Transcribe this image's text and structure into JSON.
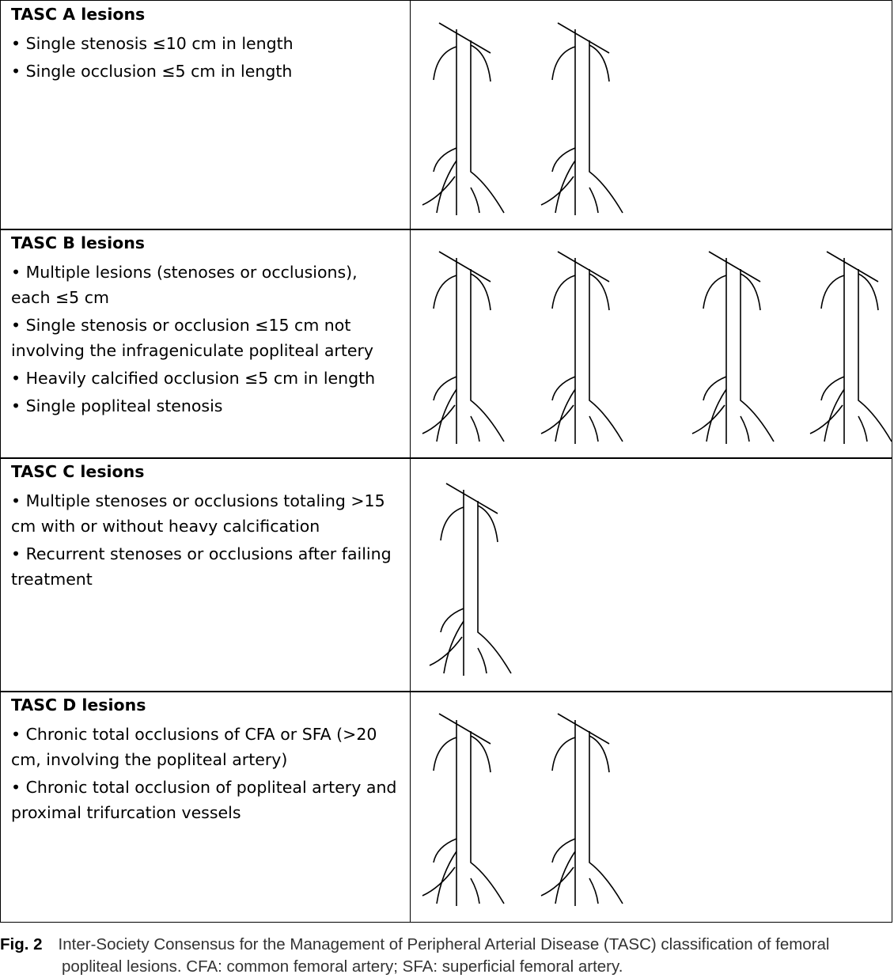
{
  "rows": [
    {
      "header": "TASC A lesions",
      "items": [
        "• Single stenosis ≤10 cm in length",
        "• Single occlusion ≤5 cm in length"
      ]
    },
    {
      "header": "TASC B lesions",
      "items": [
        "• Multiple lesions (stenoses or occlusions), each ≤5 cm",
        "• Single stenosis or occlusion ≤15 cm not involving the infrageniculate popliteal artery",
        "• Heavily calcified occlusion ≤5 cm in length",
        "• Single popliteal stenosis"
      ]
    },
    {
      "header": "TASC C lesions",
      "items": [
        "• Multiple stenoses or occlusions totaling >15 cm with or without heavy calcification",
        "• Recurrent stenoses or occlusions after failing treatment"
      ]
    },
    {
      "header": "TASC D lesions",
      "items": [
        "• Chronic total occlusions of CFA or SFA (>20 cm, involving the popliteal artery)",
        "• Chronic total occlusion of popliteal artery and proximal trifurcation vessels"
      ]
    }
  ],
  "caption": {
    "label": "Fig. 2",
    "text": "Inter-Society Consensus for the Management of Peripheral Arterial Disease (TASC) classification of femoral",
    "text2": "popliteal lesions. CFA: common femoral artery; SFA: superficial femoral artery."
  },
  "colors": {
    "ink": "#000000",
    "caption": "#333333"
  }
}
